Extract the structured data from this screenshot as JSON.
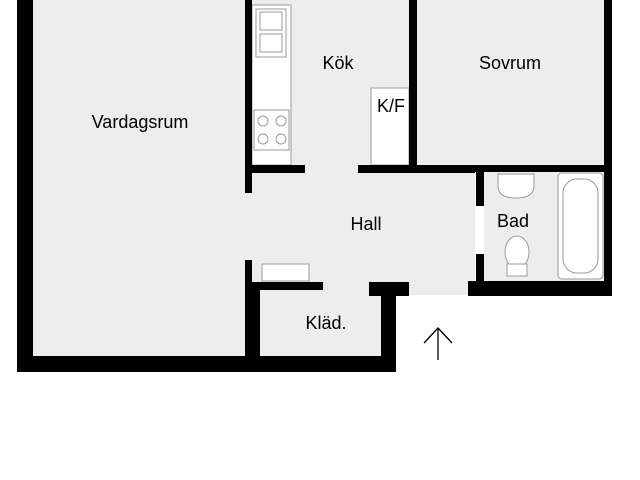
{
  "rooms": {
    "living": "Vardagsrum",
    "kitchen": "Kök",
    "fridge": "K/F",
    "bedroom": "Sovrum",
    "bath": "Bad",
    "hall": "Hall",
    "closet": "Kläd."
  },
  "entrance": {
    "icon": "arrow-up-icon"
  },
  "colors": {
    "wall": "#000000",
    "floor": "#ededed",
    "fixture": "#ffffff"
  }
}
